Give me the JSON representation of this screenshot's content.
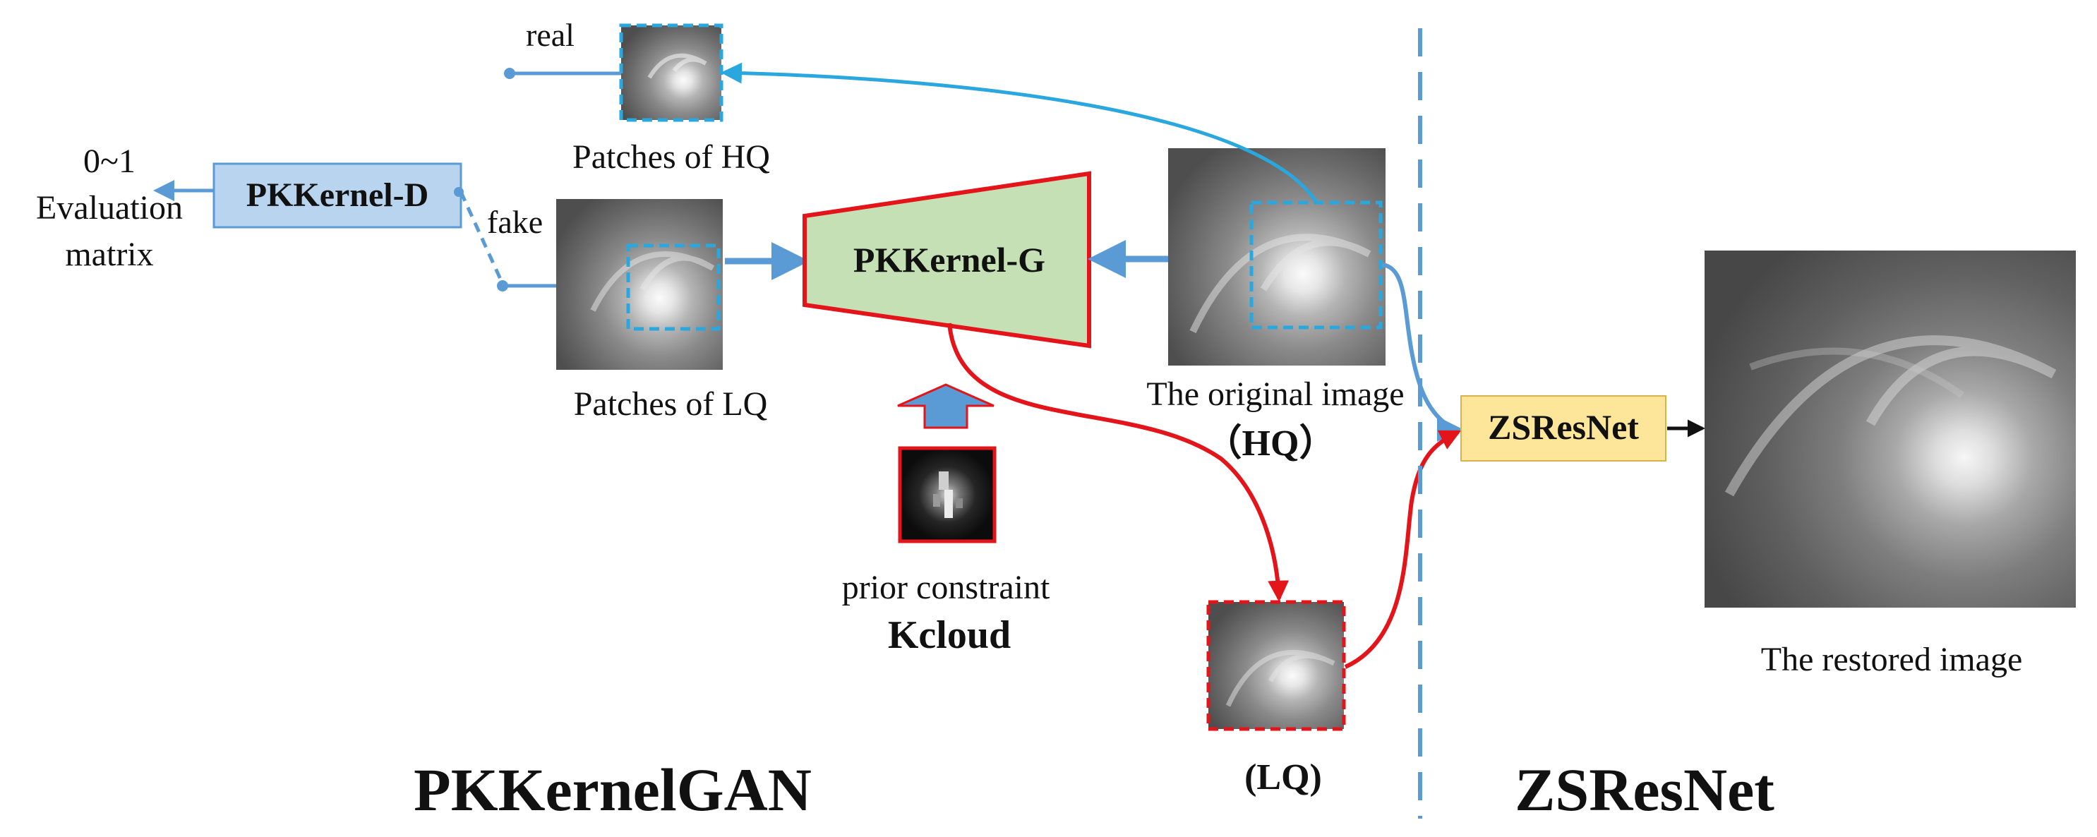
{
  "left_section": {
    "title": "PKKernelGAN",
    "real_label": "real",
    "fake_label": "fake",
    "hq_patches_caption": "Patches of HQ",
    "lq_patches_caption": "Patches of LQ",
    "discriminator_label": "PKKernel-D",
    "discriminator_output": [
      "0~1",
      "Evaluation",
      "matrix"
    ],
    "generator_label": "PKKernel-G",
    "prior_caption": "prior constraint",
    "prior_name": "Kcloud",
    "original_caption": "The original image",
    "original_tag": "（HQ）",
    "lq_tag": "(LQ)"
  },
  "right_section": {
    "title": "ZSResNet",
    "network_label": "ZSResNet",
    "restored_caption": "The restored image"
  },
  "colors": {
    "blue_arrow": "#5b9bd5",
    "light_blue_arrow": "#2aa7de",
    "red_arrow": "#e3141a",
    "discriminator_fill": "#b9d4ef",
    "generator_fill": "#c5e0b4",
    "zsresnet_fill": "#fde699",
    "divider": "#5b9bd5"
  },
  "icons": {
    "storm_image": "satellite-typhoon-image",
    "kernel_image": "blur-kernel-image"
  }
}
